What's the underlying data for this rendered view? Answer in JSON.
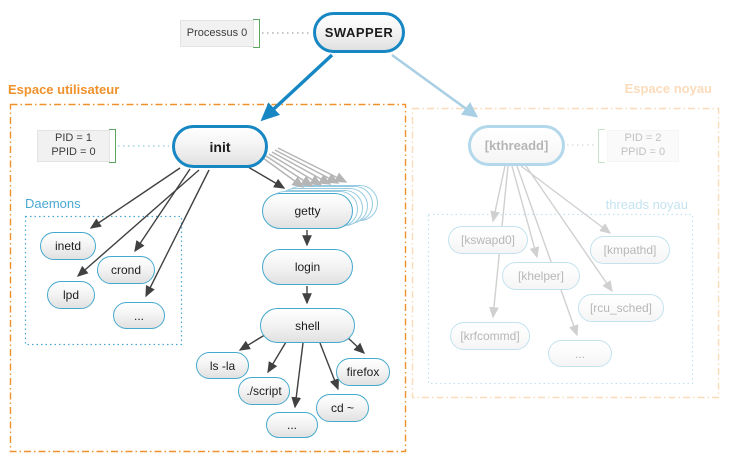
{
  "swapper": {
    "label": "SWAPPER",
    "annotation": "Processus 0"
  },
  "user_space": {
    "title": "Espace utilisateur",
    "init": {
      "label": "init",
      "pid": "PID = 1",
      "ppid": "PPID = 0"
    },
    "daemons": {
      "title": "Daemons",
      "items": [
        "inetd",
        "crond",
        "lpd",
        "..."
      ]
    },
    "terminals": {
      "getty": "getty",
      "login": "login",
      "shell": "shell"
    },
    "shell_children": [
      "ls -la",
      "./script",
      "firefox",
      "cd ~",
      "..."
    ]
  },
  "kernel_space": {
    "title": "Espace noyau",
    "kthreadd": {
      "label": "[kthreadd]",
      "pid": "PID = 2",
      "ppid": "PPID = 0"
    },
    "threads": {
      "title": "threads noyau",
      "items": [
        "[kswapd0]",
        "[kmpathd]",
        "[khelper]",
        "[rcu_sched]",
        "[krfcommd]",
        "..."
      ]
    }
  },
  "colors": {
    "accent_blue": "#1687c3",
    "node_border": "#45a9cd",
    "orange": "#f0912c",
    "label_blue": "#49a8d3",
    "bracket_green": "#5aa860",
    "arrow_dark": "#414141",
    "arrow_gray": "#b5b5b5",
    "light_blue_arrow": "#a9cfe4"
  }
}
